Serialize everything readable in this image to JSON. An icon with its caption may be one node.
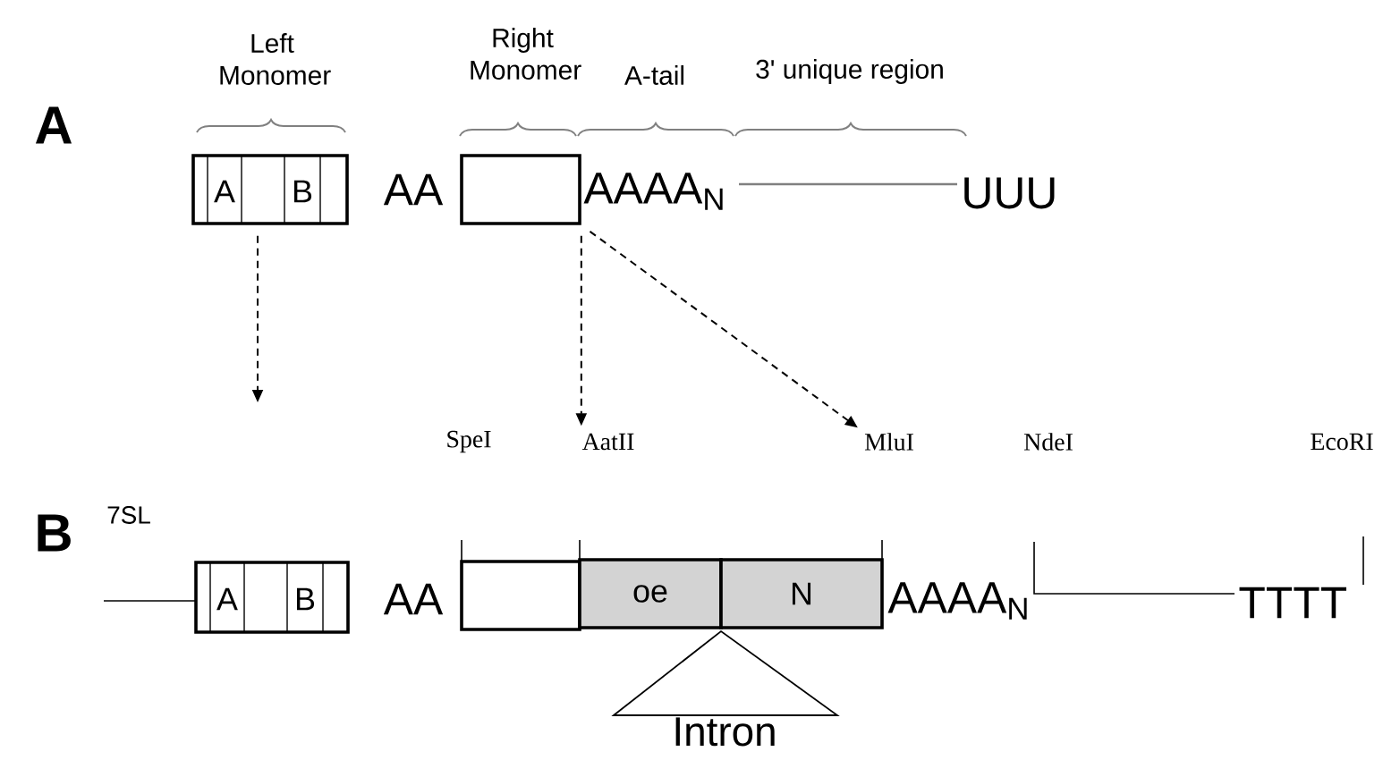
{
  "diagram": {
    "nodes": [
      {
        "text": [
          "A",
          "B"
        ]
      },
      {
        "text": [],
        "shape": "box"
      },
      {
        "text": [
          "AatII"
        ]
      },
      {
        "text": [
          "MluI"
        ]
      },
      {
        "text": [
          "A",
          "B"
        ]
      },
      {
        "text": [],
        "shape": "box"
      },
      {
        "text": [
          "oe"
        ]
      },
      {
        "text": [
          "N"
        ]
      },
      {
        "text": [
          "Intron"
        ]
      }
    ],
    "edges": [
      {
        "from": 0,
        "to": null,
        "arrow": "to",
        "style": "dashed"
      },
      {
        "from": 1,
        "to": 2,
        "arrow": "to",
        "style": "dashed"
      },
      {
        "from": 1,
        "to": 3,
        "arrow": "to",
        "style": "dashed"
      }
    ],
    "labels": [
      "Left Monomer",
      "Right Monomer",
      "A-tail",
      "3' unique region",
      "A",
      "AA",
      "AAAA$_{N}$",
      "UUU",
      "SpeI",
      "NdeI",
      "EcoRI",
      "B",
      "7SL",
      "AA",
      "AAAA$_{N}$",
      "TTTT"
    ]
  }
}
